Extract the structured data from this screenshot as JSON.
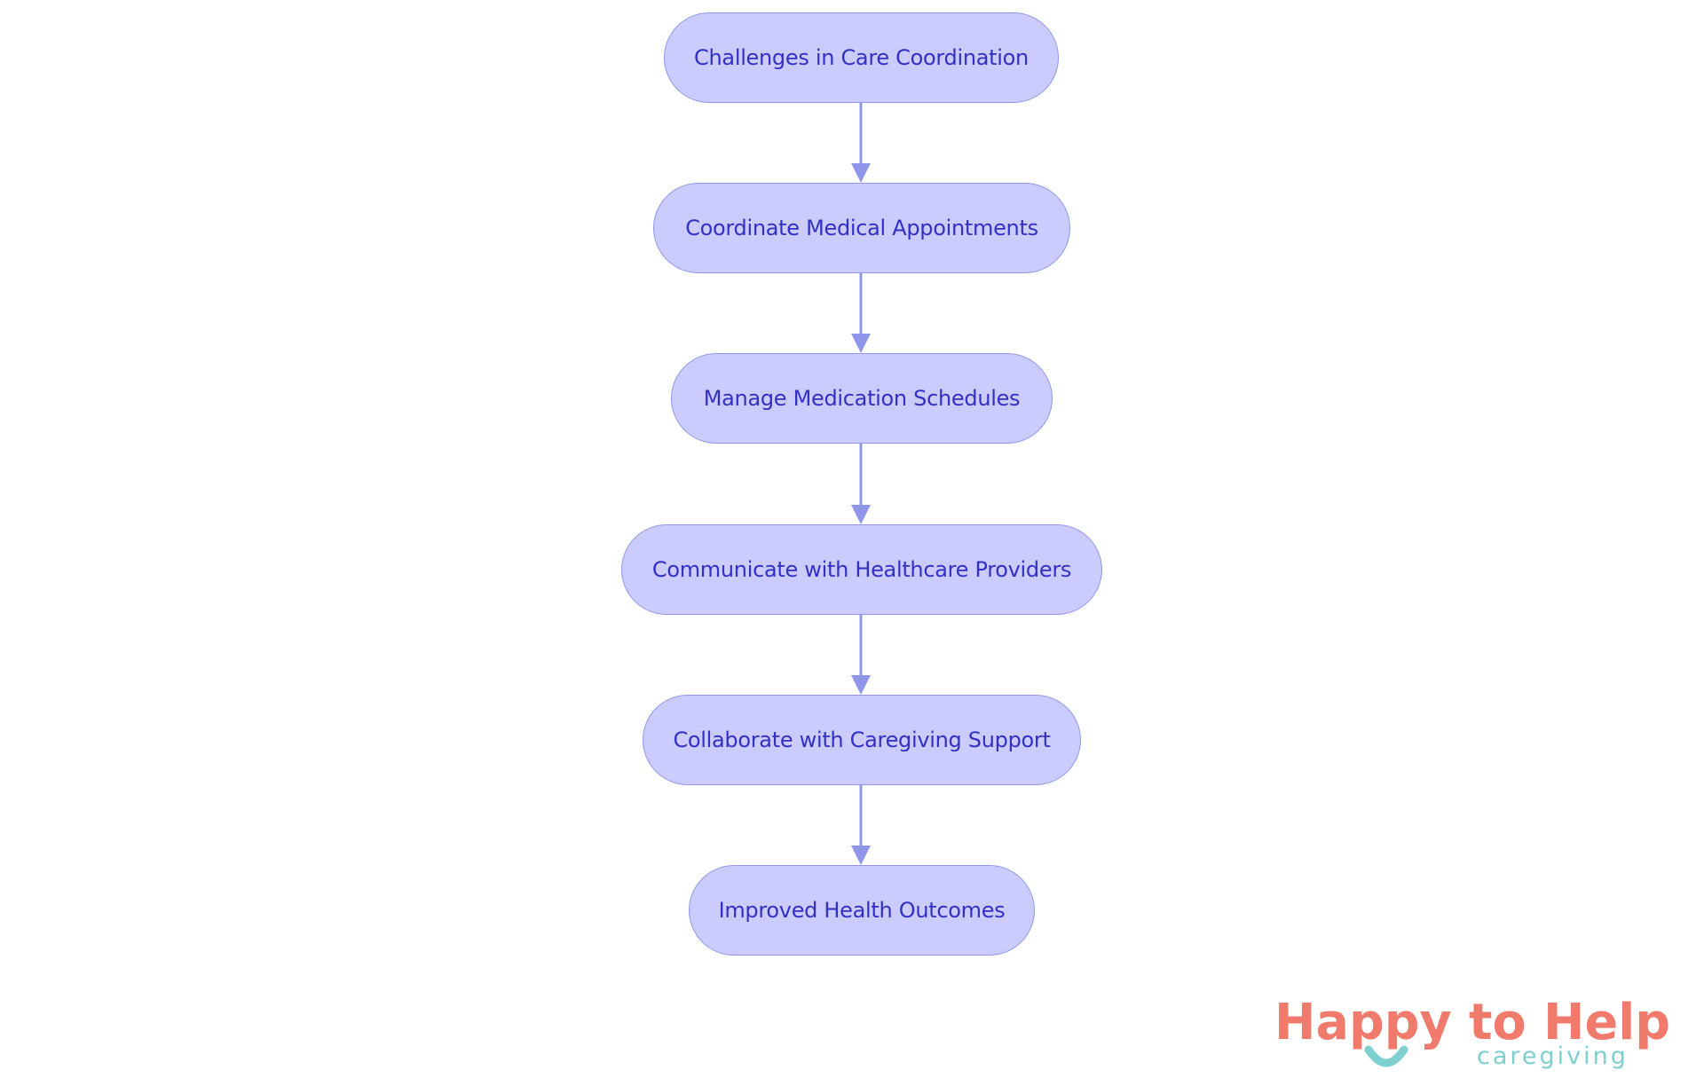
{
  "flowchart": {
    "nodes": [
      {
        "id": "n1",
        "label": "Challenges in Care Coordination"
      },
      {
        "id": "n2",
        "label": "Coordinate Medical Appointments"
      },
      {
        "id": "n3",
        "label": "Manage Medication Schedules"
      },
      {
        "id": "n4",
        "label": "Communicate with Healthcare Providers"
      },
      {
        "id": "n5",
        "label": "Collaborate with Caregiving Support"
      },
      {
        "id": "n6",
        "label": "Improved Health Outcomes"
      }
    ],
    "edges": [
      {
        "from": "n1",
        "to": "n2"
      },
      {
        "from": "n2",
        "to": "n3"
      },
      {
        "from": "n3",
        "to": "n4"
      },
      {
        "from": "n4",
        "to": "n5"
      },
      {
        "from": "n5",
        "to": "n6"
      }
    ]
  },
  "logo": {
    "brand": "Happy to Help",
    "tagline": "caregiving"
  },
  "colors": {
    "node_fill": "#cbcbfd",
    "node_border": "#9097ea",
    "node_text": "#3330c4",
    "edge": "#9097ea",
    "logo_coral": "#f07b6c",
    "logo_teal": "#7ecfcf"
  }
}
